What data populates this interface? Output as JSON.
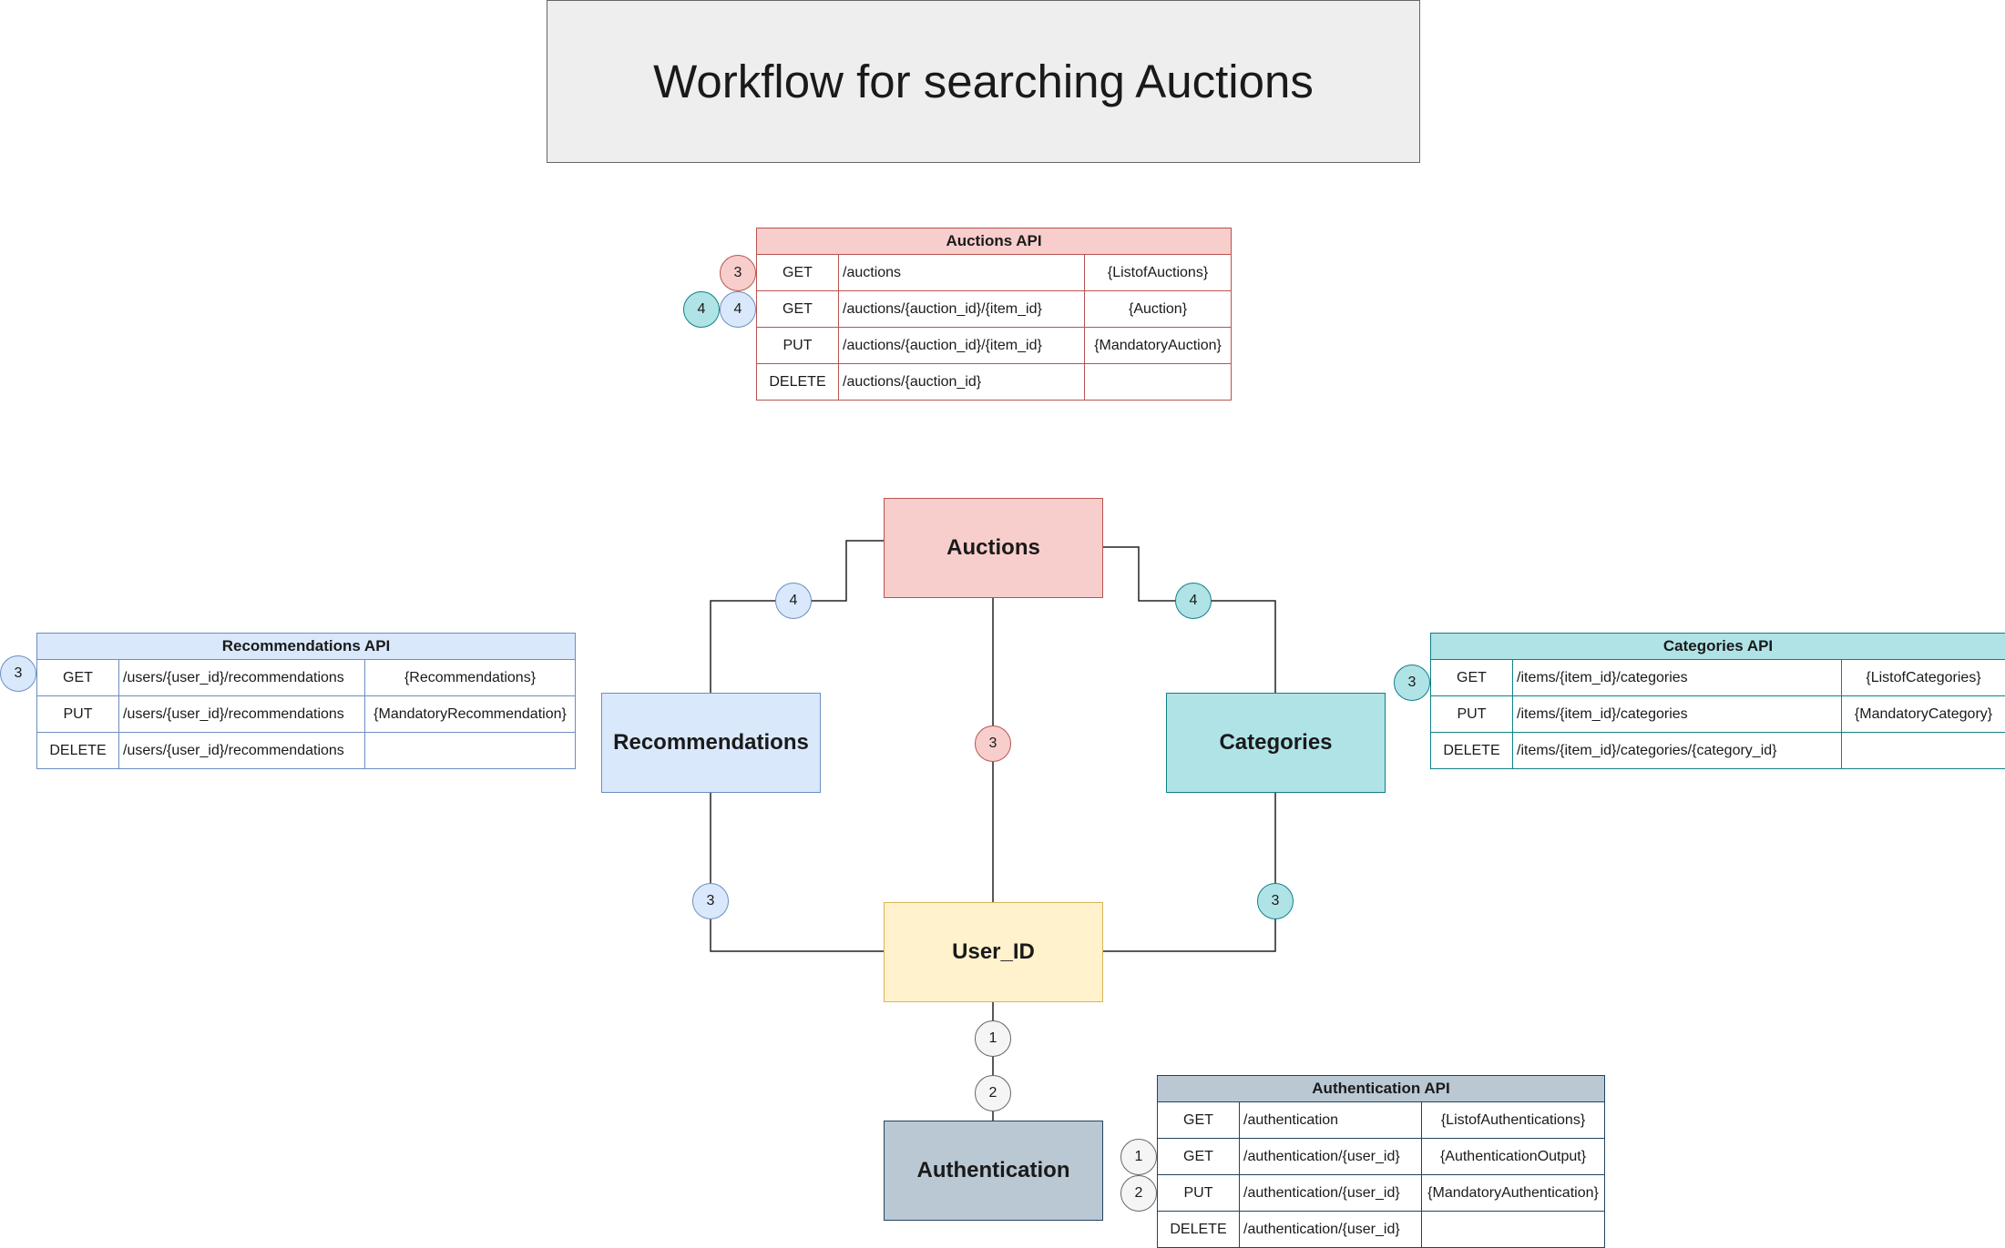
{
  "title": "Workflow for searching Auctions",
  "nodes": {
    "auctions": "Auctions",
    "recommendations": "Recommendations",
    "categories": "Categories",
    "user_id": "User_ID",
    "authentication": "Authentication"
  },
  "edge_badges": {
    "auctions_recs": "4",
    "auctions_cats": "4",
    "auctions_user": "3",
    "recs_user": "3",
    "cats_user": "3",
    "user_auth_1": "1",
    "user_auth_2": "2"
  },
  "auctions_api": {
    "title": "Auctions API",
    "badges": [
      "3",
      "4",
      "4"
    ],
    "rows": [
      {
        "method": "GET",
        "path": "/auctions",
        "body": "{ListofAuctions}"
      },
      {
        "method": "GET",
        "path": "/auctions/{auction_id}/{item_id}",
        "body": "{Auction}"
      },
      {
        "method": "PUT",
        "path": "/auctions/{auction_id}/{item_id}",
        "body": "{MandatoryAuction}"
      },
      {
        "method": "DELETE",
        "path": "/auctions/{auction_id}",
        "body": ""
      }
    ]
  },
  "recommendations_api": {
    "title": "Recommendations API",
    "badges": [
      "3"
    ],
    "rows": [
      {
        "method": "GET",
        "path": "/users/{user_id}/recommendations",
        "body": "{Recommendations}"
      },
      {
        "method": "PUT",
        "path": "/users/{user_id}/recommendations",
        "body": "{MandatoryRecommendation}"
      },
      {
        "method": "DELETE",
        "path": "/users/{user_id}/recommendations",
        "body": ""
      }
    ]
  },
  "categories_api": {
    "title": "Categories API",
    "badges": [
      "3"
    ],
    "rows": [
      {
        "method": "GET",
        "path": "/items/{item_id}/categories",
        "body": "{ListofCategories}"
      },
      {
        "method": "PUT",
        "path": "/items/{item_id}/categories",
        "body": "{MandatoryCategory}"
      },
      {
        "method": "DELETE",
        "path": "/items/{item_id}/categories/{category_id}",
        "body": ""
      }
    ]
  },
  "authentication_api": {
    "title": "Authentication API",
    "badges": [
      "1",
      "2"
    ],
    "rows": [
      {
        "method": "GET",
        "path": "/authentication",
        "body": "{ListofAuthentications}"
      },
      {
        "method": "GET",
        "path": "/authentication/{user_id}",
        "body": "{AuthenticationOutput}"
      },
      {
        "method": "PUT",
        "path": "/authentication/{user_id}",
        "body": "{MandatoryAuthentication}"
      },
      {
        "method": "DELETE",
        "path": "/authentication/{user_id}",
        "body": ""
      }
    ]
  }
}
